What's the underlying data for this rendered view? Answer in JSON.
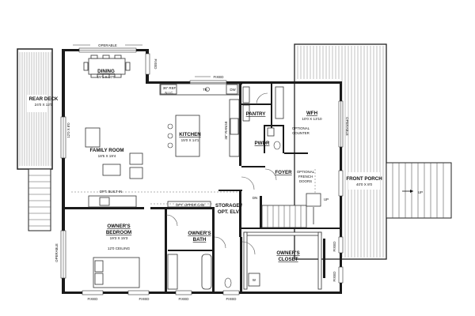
{
  "rooms": {
    "rear_deck": {
      "name": "REAR DECK",
      "dim": "24'0 X 12'0"
    },
    "dining": {
      "name": "DINING",
      "dim": "15'1 X 10'0"
    },
    "kitchen": {
      "name": "KITCHEN",
      "dim": "15'0 X 14'1"
    },
    "family_room": {
      "name": "FAMILY ROOM",
      "dim": "18'5 X 19'4"
    },
    "pantry": {
      "name": "PANTRY"
    },
    "wfh": {
      "name": "WFH",
      "dim": "10'0 X 13'10"
    },
    "pwdr": {
      "name": "PWDR"
    },
    "foyer": {
      "name": "FOYER"
    },
    "front_porch": {
      "name": "FRONT PORCH",
      "dim": "40'0 X 8'0"
    },
    "storage": {
      "name": "STORAGE /",
      "name2": "OPT. ELV."
    },
    "owners_bedroom": {
      "name": "OWNER'S",
      "name2": "BEDROOM",
      "dim": "19'3 X 15'3",
      "ceiling": "12'0 CEILING"
    },
    "owners_bath": {
      "name": "OWNER'S",
      "name2": "BATH"
    },
    "owners_closet": {
      "name": "OWNER'S",
      "name2": "CLOSET"
    }
  },
  "labels": {
    "operable_top": "OPERABLE",
    "fixed_top_right": "FIXED",
    "fixed_top_mid": "FIXED",
    "ref": "36\" REF",
    "nic": "N.I.C.",
    "tr": "TR",
    "dw": "DW",
    "range": "36\" RANGE",
    "porch_opening": "12'0 X 8'0",
    "opt_counter": "OPTIONAL",
    "opt_counter2": "COUNTER",
    "opt_french": "OPTIONAL",
    "opt_french2": "FRENCH",
    "opt_french3": "DOORS",
    "operable_right": "OPERABLE",
    "builtin": "OPT. BUILT-IN",
    "upper_cab": "OPT. UPPER CAB",
    "dn": "DN",
    "up_stair": "UP",
    "up_porch": "UP",
    "operable_left": "OPERABLE",
    "fixed_b1": "FIXED",
    "fixed_b2": "FIXED",
    "fixed_b3": "FIXED",
    "fixed_b4": "FIXED",
    "fixed_r1": "FIXED",
    "fixed_r2": "FIXED",
    "w": "W"
  }
}
